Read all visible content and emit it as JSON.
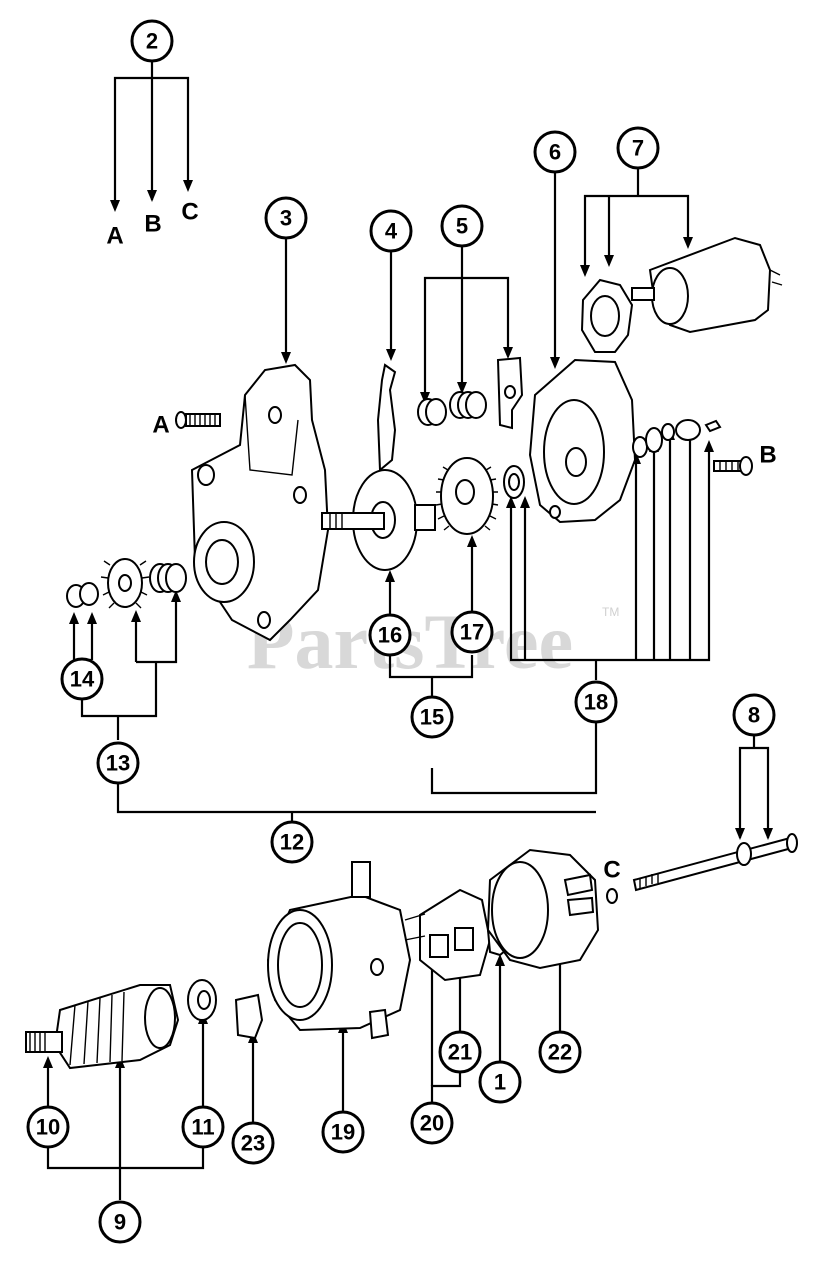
{
  "watermark": {
    "text": "PartsTree",
    "tm": "TM"
  },
  "callouts": {
    "c1": "1",
    "c2": "2",
    "c3": "3",
    "c4": "4",
    "c5": "5",
    "c6": "6",
    "c7": "7",
    "c8": "8",
    "c9": "9",
    "c10": "10",
    "c11": "11",
    "c12": "12",
    "c13": "13",
    "c14": "14",
    "c15": "15",
    "c16": "16",
    "c17": "17",
    "c18": "18",
    "c19": "19",
    "c20": "20",
    "c21": "21",
    "c22": "22",
    "c23": "23"
  },
  "letters": {
    "a_top": "A",
    "b_top": "B",
    "c_top": "C",
    "a_side": "A",
    "b_side": "B",
    "c_side": "C"
  }
}
